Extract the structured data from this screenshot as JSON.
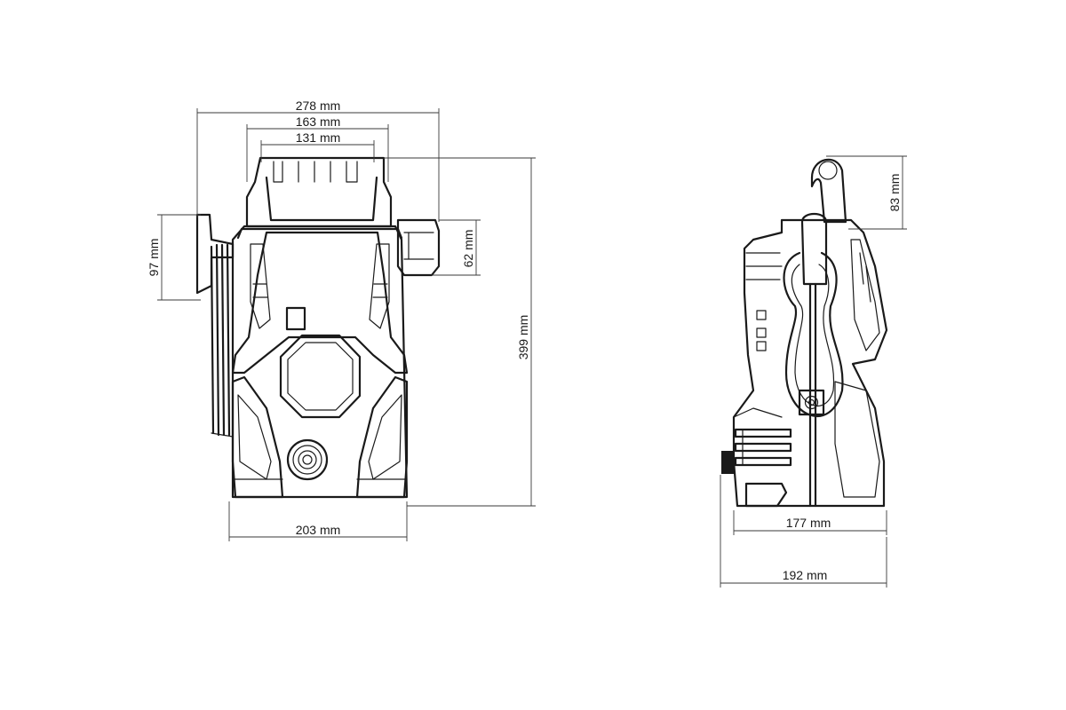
{
  "dimensions": {
    "overall_width": "278 mm",
    "inner_width": "163 mm",
    "top_width": "131 mm",
    "overall_height": "399 mm",
    "hose_reel_height": "97 mm",
    "side_box_height": "62 mm",
    "base_width_front": "203 mm",
    "handle_height": "83 mm",
    "depth_body": "177 mm",
    "depth_overall": "192 mm"
  }
}
